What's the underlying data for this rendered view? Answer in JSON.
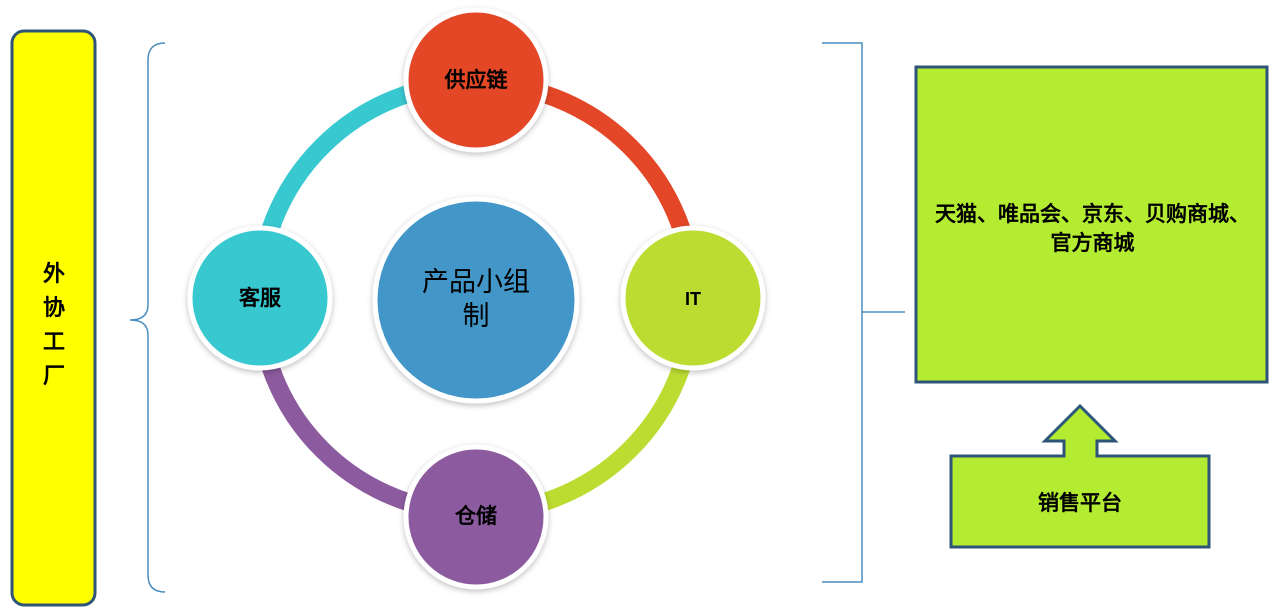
{
  "left_box": {
    "label": "外协工厂",
    "color": "#ffff00",
    "border": "#2e5577"
  },
  "cycle": {
    "center": {
      "label": "产品小组制",
      "color": "#4296c8"
    },
    "nodes": [
      {
        "label": "供应链",
        "color": "#e34727"
      },
      {
        "label": "IT",
        "color": "#bcdc32"
      },
      {
        "label": "仓储",
        "color": "#8c5a9e"
      },
      {
        "label": "客服",
        "color": "#38c8d0"
      }
    ]
  },
  "platforms_box": {
    "label": "天猫、唯品会、京东、贝购商城、官方商城",
    "color": "#b4ec32",
    "border": "#2e5577"
  },
  "sales_box": {
    "label": "销售平台",
    "color": "#b4ec32",
    "border": "#2e5577"
  },
  "bracket_color": "#4a8ec0"
}
